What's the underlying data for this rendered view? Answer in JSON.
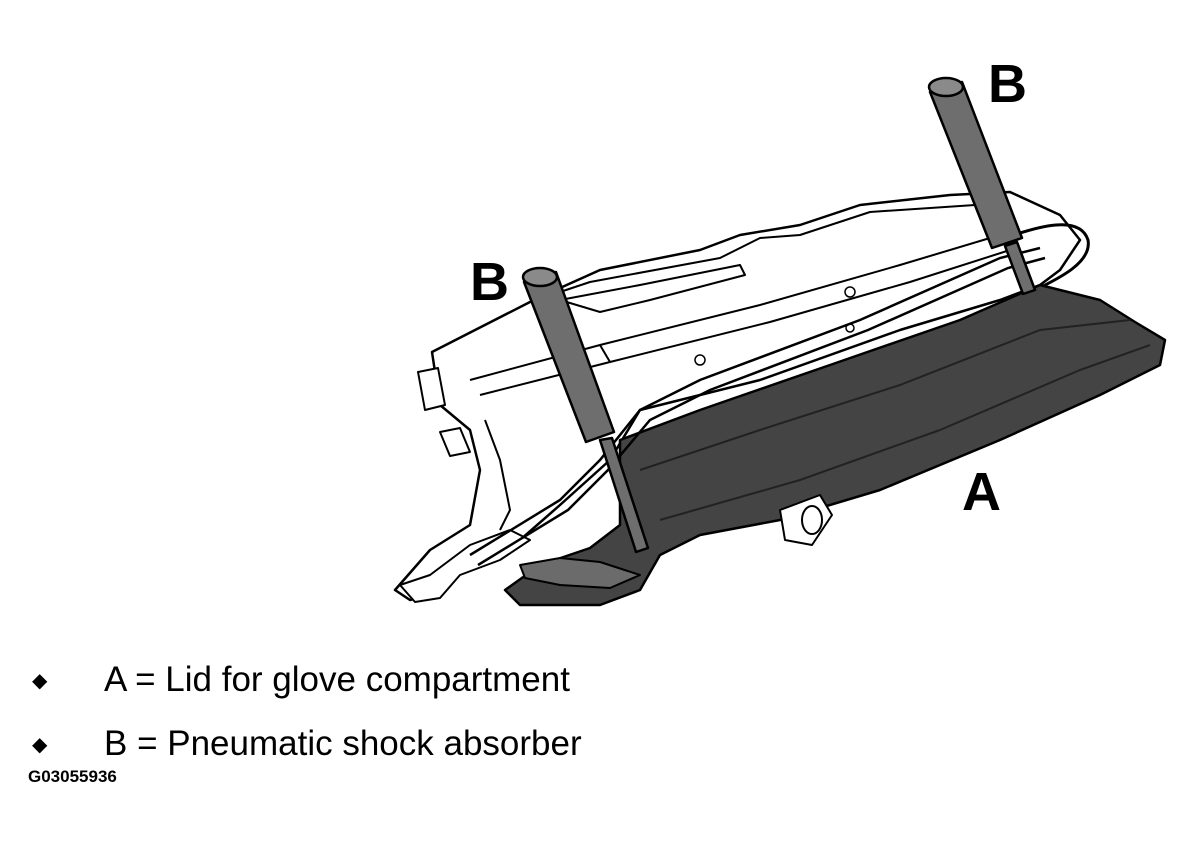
{
  "callouts": {
    "lid": "A",
    "absorber_left": "B",
    "absorber_right": "B"
  },
  "legend": [
    {
      "bullet": "◆",
      "text": "A = Lid for glove compartment"
    },
    {
      "bullet": "◆",
      "text": "B = Pneumatic shock absorber"
    }
  ],
  "figure_id": "G03055936",
  "colors": {
    "lid_dark": "#444444",
    "lid_mid": "#6b6b6b",
    "absorber": "#6e6e6e",
    "housing": "#ffffff",
    "outline": "#000000"
  }
}
